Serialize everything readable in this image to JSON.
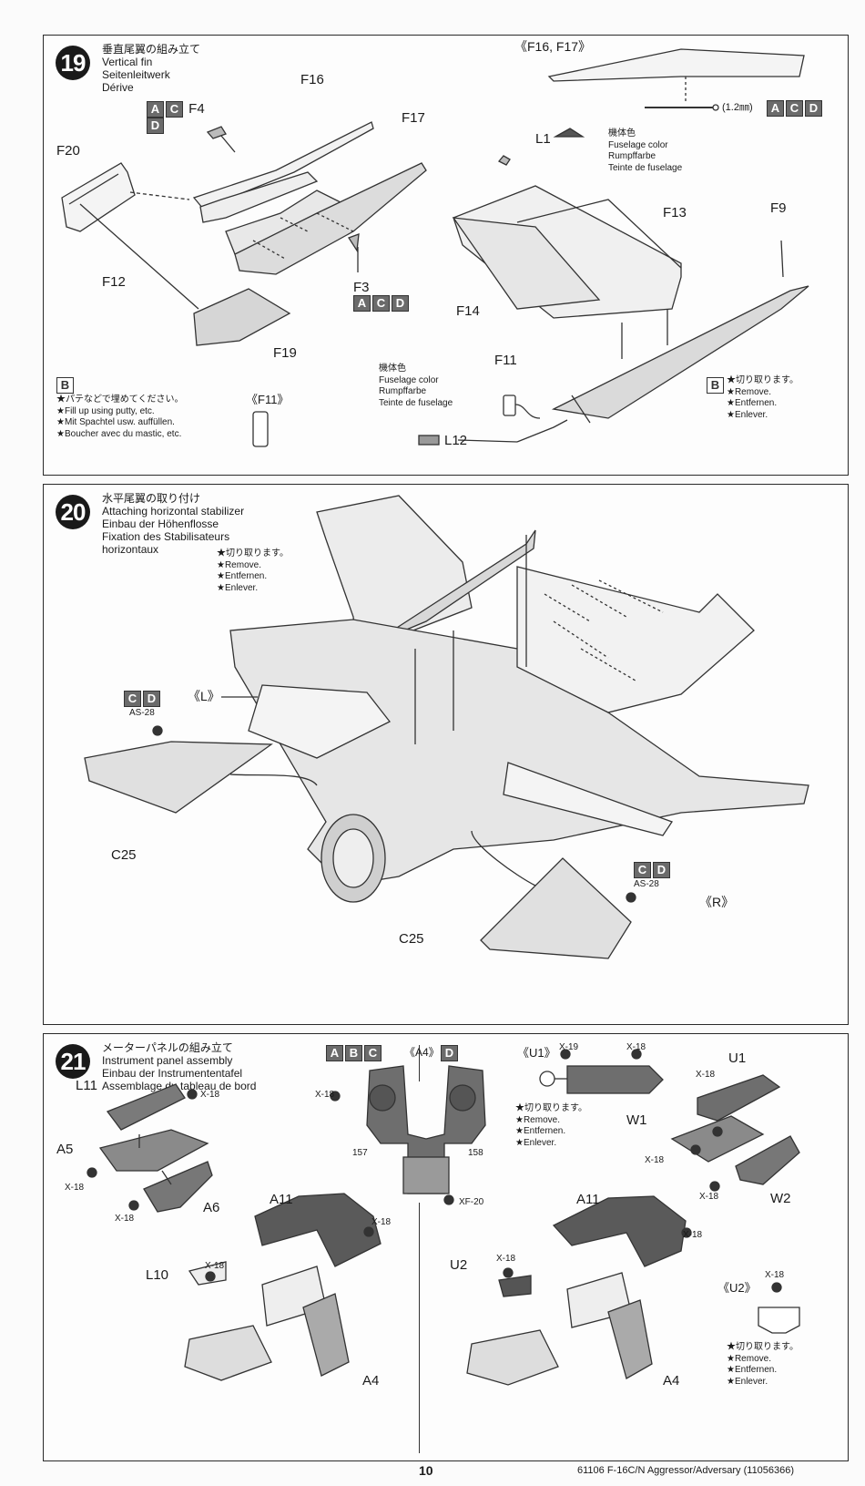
{
  "step19": {
    "number": "19",
    "title": [
      "垂直尾翼の組み立て",
      "Vertical fin",
      "Seitenleitwerk",
      "Dérive"
    ],
    "parts": {
      "f4": "F4",
      "f16": "F16",
      "f17": "F17",
      "f20": "F20",
      "f12": "F12",
      "f3": "F3",
      "f19": "F19",
      "l1": "L1",
      "f13": "F13",
      "f9": "F9",
      "f14": "F14",
      "f11": "F11",
      "l12": "L12"
    },
    "variant_f4": [
      "A",
      "C",
      "D"
    ],
    "variant_f3": [
      "A",
      "C",
      "D"
    ],
    "variant_drill": [
      "A",
      "C",
      "D"
    ],
    "f16f17_label": "《F16, F17》",
    "drill_size": "(1.2㎜)",
    "color_l1": [
      "機体色",
      "Fuselage color",
      "Rumpffarbe",
      "Teinte de fuselage"
    ],
    "color_l12": [
      "機体色",
      "Fuselage color",
      "Rumpffarbe",
      "Teinte de fuselage"
    ],
    "f11_label": "《F11》",
    "putty_box": "B",
    "putty_note": [
      "★パテなどで埋めてください。",
      "★Fill up using putty, etc.",
      "★Mit Spachtel usw. auffüllen.",
      "★Boucher avec du mastic, etc."
    ],
    "remove_box": "B",
    "remove_note": [
      "★切り取ります。",
      "★Remove.",
      "★Entfernen.",
      "★Enlever."
    ]
  },
  "step20": {
    "number": "20",
    "title": [
      "水平尾翼の取り付け",
      "Attaching horizontal stabilizer",
      "Einbau der Höhenflosse",
      "Fixation des Stabilisateurs",
      "horizontaux"
    ],
    "remove_note": [
      "★切り取ります。",
      "★Remove.",
      "★Entfernen.",
      "★Enlever."
    ],
    "left_label": "《L》",
    "right_label": "《R》",
    "variant": [
      "C",
      "D"
    ],
    "color": "AS-28",
    "part": "C25"
  },
  "step21": {
    "number": "21",
    "title": [
      "メーターパネルの組み立て",
      "Instrument panel assembly",
      "Einbau der Instrumententafel",
      "Assemblage du tableau de bord"
    ],
    "variant_left": [
      "A",
      "B",
      "C"
    ],
    "variant_right": [
      "D"
    ],
    "parts": {
      "l11": "L11",
      "a5": "A5",
      "a6": "A6",
      "a11": "A11",
      "l10": "L10",
      "a4": "A4",
      "u1": "U1",
      "w1": "W1",
      "w2": "W2",
      "u2": "U2"
    },
    "colors": {
      "x18": "X-18",
      "x19": "X-19",
      "xf20": "XF-20"
    },
    "a4_label": "《A4》",
    "u1_label": "《U1》",
    "u2_label": "《U2》",
    "decals": [
      "157",
      "158"
    ],
    "remove_note": [
      "★切り取ります。",
      "★Remove.",
      "★Entfernen.",
      "★Enlever."
    ]
  },
  "footer": {
    "page_number": "10",
    "code": "61106 F-16C/N Aggressor/Adversary (11056366)"
  }
}
